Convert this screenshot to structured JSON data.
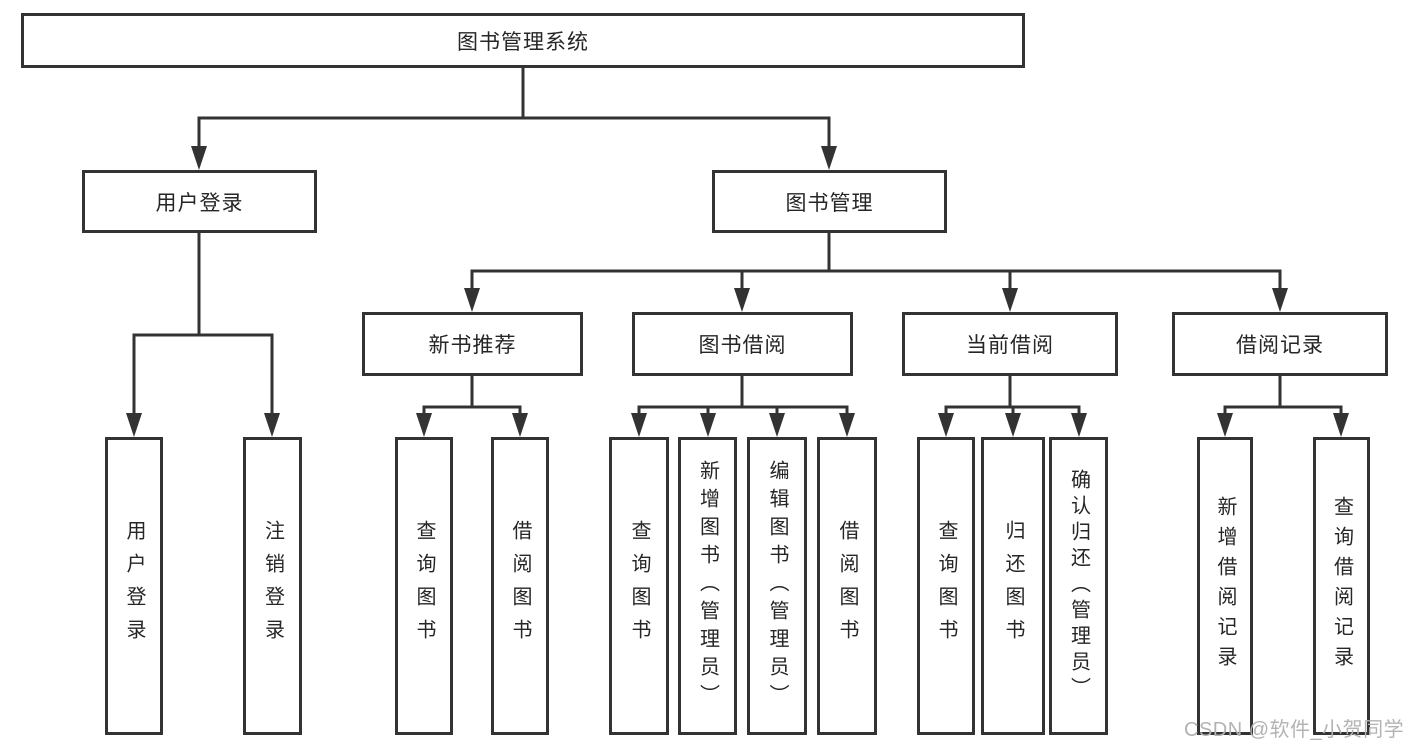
{
  "diagram_title": "图书管理系统",
  "tree": {
    "root": "图书管理系统",
    "children": [
      {
        "label": "用户登录",
        "children": [
          "用户登录",
          "注销登录"
        ]
      },
      {
        "label": "图书管理",
        "children": [
          {
            "label": "新书推荐",
            "children": [
              "查询图书",
              "借阅图书"
            ]
          },
          {
            "label": "图书借阅",
            "children": [
              "查询图书",
              "新增图书（管理员）",
              "编辑图书（管理员）",
              "借阅图书"
            ]
          },
          {
            "label": "当前借阅",
            "children": [
              "查询图书",
              "归还图书",
              "确认归还（管理员）"
            ]
          },
          {
            "label": "借阅记录",
            "children": [
              "新增借阅记录",
              "查询借阅记录"
            ]
          }
        ]
      }
    ]
  },
  "watermark": "CSDN @软件_小贺同学",
  "colors": {
    "line": "#333333",
    "box_border": "#333333",
    "text": "#262626",
    "watermark": "#b3b3b3",
    "background": "#ffffff"
  }
}
